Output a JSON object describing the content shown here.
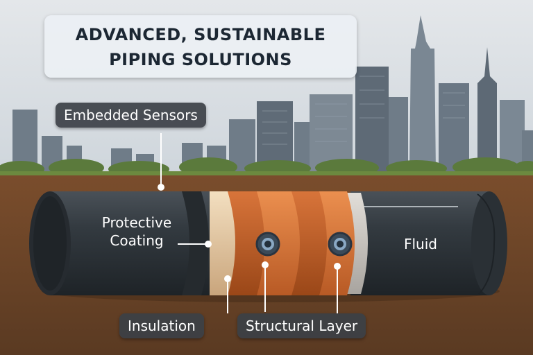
{
  "title": {
    "line1": "ADVANCED, SUSTAINABLE",
    "line2": "PIPING SOLUTIONS"
  },
  "labels": {
    "embedded_sensors": "Embedded Sensors",
    "protective_coating_line1": "Protective",
    "protective_coating_line2": "Coating",
    "insulation": "Insulation",
    "structural_layer": "Structural Layer",
    "fluid": "Fluid"
  },
  "colors": {
    "sky": "#d7dde2",
    "soil": "#6b4328",
    "pipe_dark": "#2f353b",
    "insulation": "#e9cfa9",
    "structural": "#d9773a",
    "label_pill": "#3c4046"
  }
}
